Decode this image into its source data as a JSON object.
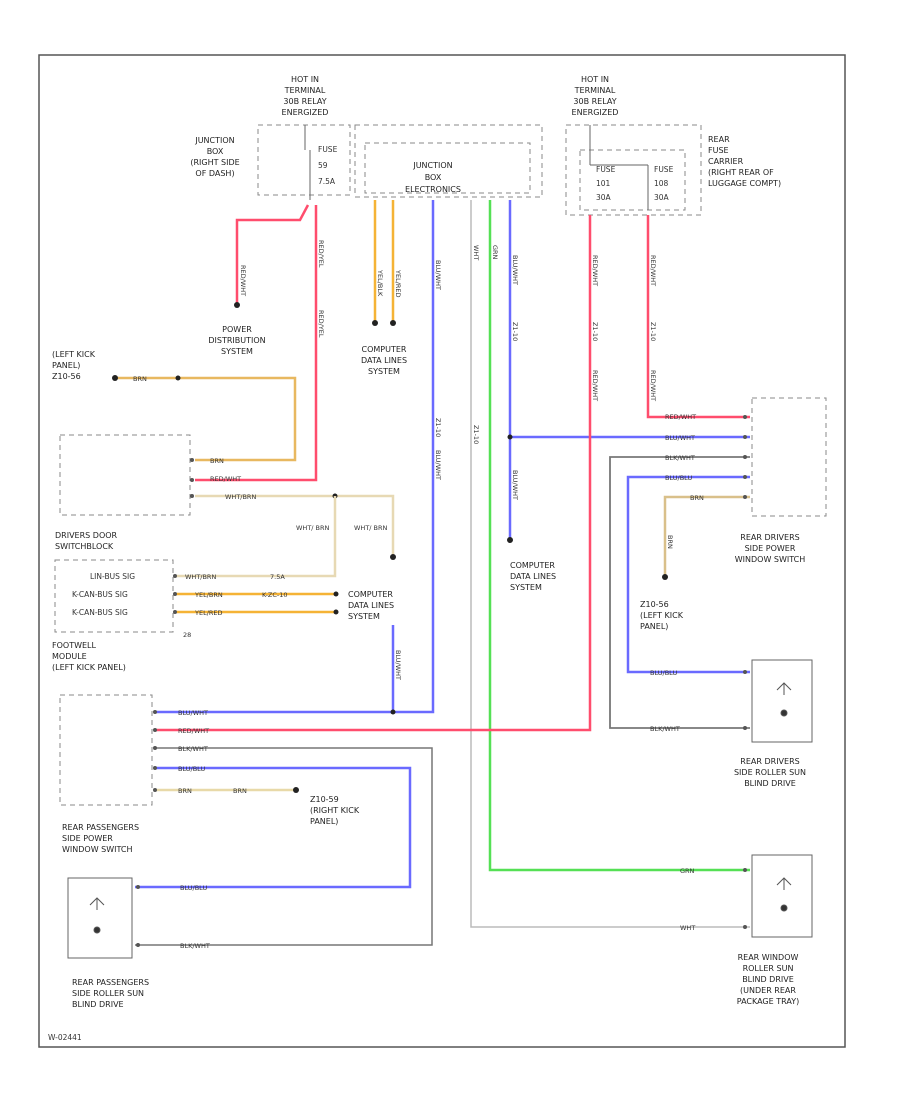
{
  "diagram": {
    "title": "",
    "hot_in_left": [
      "HOT IN",
      "TERMINAL",
      "30B RELAY",
      "ENERGIZED"
    ],
    "hot_in_right": [
      "HOT IN",
      "TERMINAL",
      "30B RELAY",
      "ENERGIZED"
    ],
    "junction_box_left": [
      "JUNCTION",
      "BOX",
      "(RIGHT SIDE",
      "OF DASH)"
    ],
    "fuse_left": [
      "FUSE",
      "59",
      "7.5A"
    ],
    "junction_box_center": [
      "JUNCTION",
      "BOX",
      "ELECTRONICS"
    ],
    "rear_fuse_carrier": [
      "REAR",
      "FUSE",
      "CARRIER",
      "(RIGHT REAR OF",
      "LUGGAGE COMPT)"
    ],
    "fuse_r1": [
      "FUSE",
      "101",
      "30A"
    ],
    "fuse_r2": [
      "FUSE",
      "108",
      "30A"
    ],
    "power_distribution": [
      "POWER",
      "DISTRIBUTION",
      "SYSTEM"
    ],
    "computer_data_lines_1": [
      "COMPUTER",
      "DATA LINES",
      "SYSTEM"
    ],
    "computer_data_lines_2": [
      "COMPUTER",
      "DATA LINES",
      "SYSTEM"
    ],
    "computer_data_lines_3": [
      "COMPUTER",
      "DATA LINES",
      "SYSTEM"
    ],
    "left_kick_panel_top": [
      "(LEFT KICK",
      "PANEL)",
      "Z10-56"
    ],
    "drivers_door_switch": [
      "DRIVERS DOOR",
      "SWITCHBLOCK"
    ],
    "footwell_module": [
      "FOOTWELL",
      "MODULE",
      "(LEFT KICK PANEL)"
    ],
    "footwell_pins": [
      "LIN-BUS SIG",
      "K-CAN-BUS SIG",
      "K-CAN-BUS SIG"
    ],
    "rear_drivers_switch": [
      "REAR DRIVERS",
      "SIDE POWER",
      "WINDOW SWITCH"
    ],
    "z10_56_left": [
      "Z10-56",
      "(LEFT KICK",
      "PANEL)"
    ],
    "rear_drivers_sunblind": [
      "REAR DRIVERS",
      "SIDE ROLLER SUN",
      "BLIND DRIVE"
    ],
    "rear_pass_switch": [
      "REAR PASSENGERS",
      "SIDE POWER",
      "WINDOW SWITCH"
    ],
    "z10_59_right": [
      "Z10-59",
      "(RIGHT KICK",
      "PANEL)"
    ],
    "rear_pass_sunblind": [
      "REAR PASSENGERS",
      "SIDE ROLLER SUN",
      "BLIND DRIVE"
    ],
    "rear_window_sunblind": [
      "REAR WINDOW",
      "ROLLER SUN",
      "BLIND DRIVE",
      "(UNDER REAR",
      "PACKAGE TRAY)"
    ],
    "wires": {
      "red_top": "RED/WHT",
      "red_yel": "RED/YEL",
      "yel_blk": "YEL/BLK",
      "yel_red": "YEL/RED",
      "blu_wht": "BLU/WHT",
      "wht": "WHT",
      "grn": "GRN",
      "blu_wht2": "BLU/WHT",
      "red_wht_r1": "RED/WHT",
      "red_wht_r2": "RED/WHT",
      "brn_top": "BRN",
      "brn_ds": "BRN",
      "red_wht_ds": "RED/WHT",
      "wht_brn_ds": "WHT/BRN",
      "wht_brn_mid": "WHT/ BRN",
      "wht_brn_mid2": "WHT/ BRN",
      "wht_brn_fw": "WHT/BRN",
      "yel_brn_fw": "YEL/BRN",
      "yel_red_fw": "YEL/RED",
      "blu_wht_fw": "BLU/WHT",
      "red_wht_fw": "RED/WHT",
      "blk_wht_fw": "BLK/WHT",
      "blu_blu_fw": "BLU/BLU",
      "brn_fw": "BRN",
      "brn_fw2": "BRN",
      "red_wht_rd": "RED/WHT",
      "blu_wht_rd": "BLU/WHT",
      "blk_wht_rd": "BLK/WHT",
      "blu_blu_rd": "BLU/BLU",
      "brn_rd": "BRN",
      "brn_vert": "BRN",
      "blu_blu_sb": "BLU/BLU",
      "blk_wht_sb": "BLK/WHT",
      "grn_rw": "GRN",
      "wht_rw": "WHT",
      "blu_blu_ps": "BLU/BLU",
      "blk_wht_ps": "BLK/WHT",
      "blu_wht_v": "BLU/WHT",
      "ref_1": "Z1-10",
      "ref_2": "Z1-10",
      "ref_3": "Z1-10",
      "ref_4": "Z1-10",
      "ref_5": "Z1-10",
      "kcan": "K-ZC-10",
      "pin_7": "7.5A",
      "pin_28": "28"
    },
    "figure_id": "W-02441"
  }
}
